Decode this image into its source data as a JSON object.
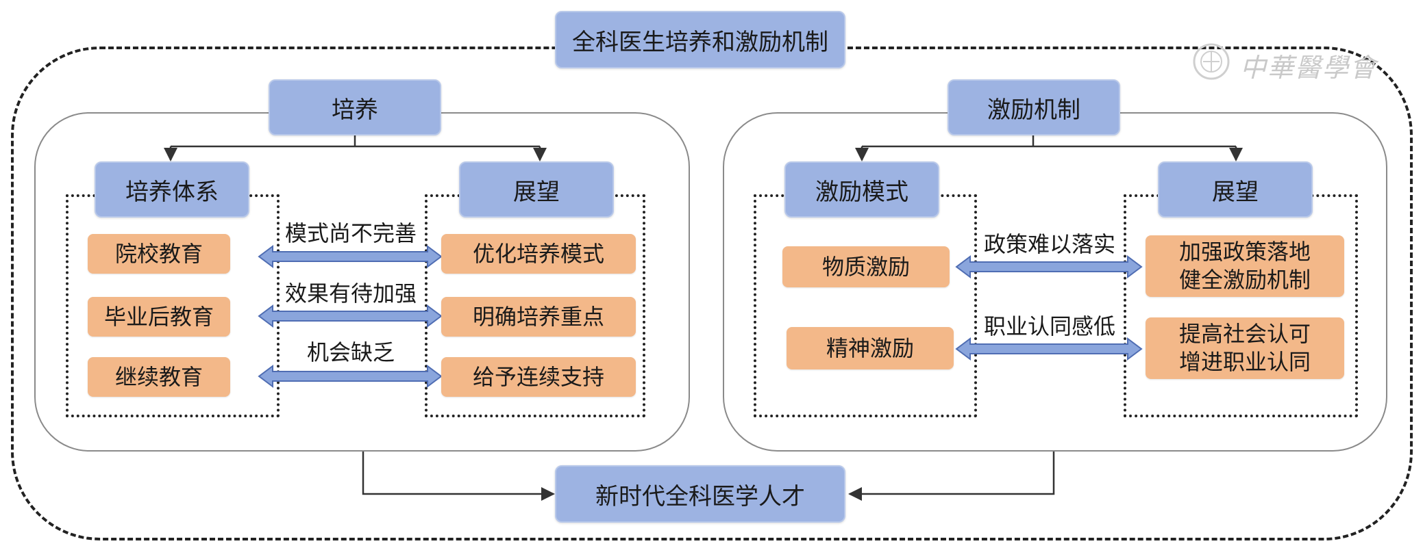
{
  "title": "全科医生培养和激励机制",
  "bottom_box": "新时代全科医学人才",
  "watermark": "中華醫學會",
  "left": {
    "header": "培养",
    "system_header": "培养体系",
    "outlook_header": "展望",
    "items": [
      "院校教育",
      "毕业后教育",
      "继续教育"
    ],
    "outlooks": [
      "优化培养模式",
      "明确培养重点",
      "给予连续支持"
    ],
    "issues": [
      "模式尚不完善",
      "效果有待加强",
      "机会缺乏"
    ]
  },
  "right": {
    "header": "激励机制",
    "mode_header": "激励模式",
    "outlook_header": "展望",
    "items": [
      "物质激励",
      "精神激励"
    ],
    "outlooks": [
      {
        "line1": "加强政策落地",
        "line2": "健全激励机制"
      },
      {
        "line1": "提高社会认可",
        "line2": "增进职业认同"
      }
    ],
    "issues": [
      "政策难以落实",
      "职业认同感低"
    ]
  }
}
